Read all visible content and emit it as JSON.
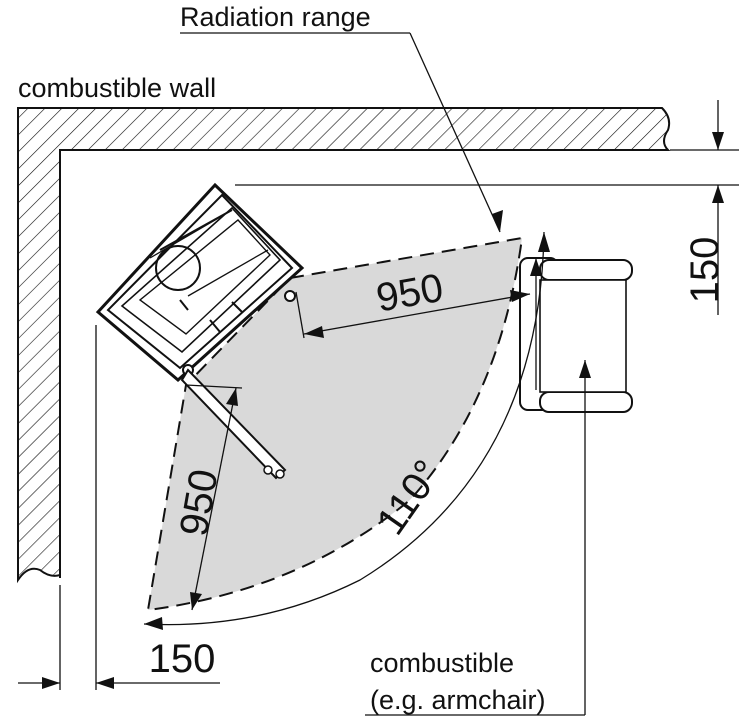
{
  "labels": {
    "radiation_range": "Radiation range",
    "combustible_wall": "combustible wall",
    "combustible_line1": "combustible",
    "combustible_line2": "(e.g. armchair)",
    "dim_right_top": "150",
    "dim_bottom_left": "150",
    "dim_radius_upper": "950",
    "dim_radius_lower": "950",
    "angle": "110°"
  },
  "colors": {
    "line": "#111111",
    "radiation_fill": "#d9d9d9",
    "hatch": "#111111",
    "background": "#ffffff"
  }
}
